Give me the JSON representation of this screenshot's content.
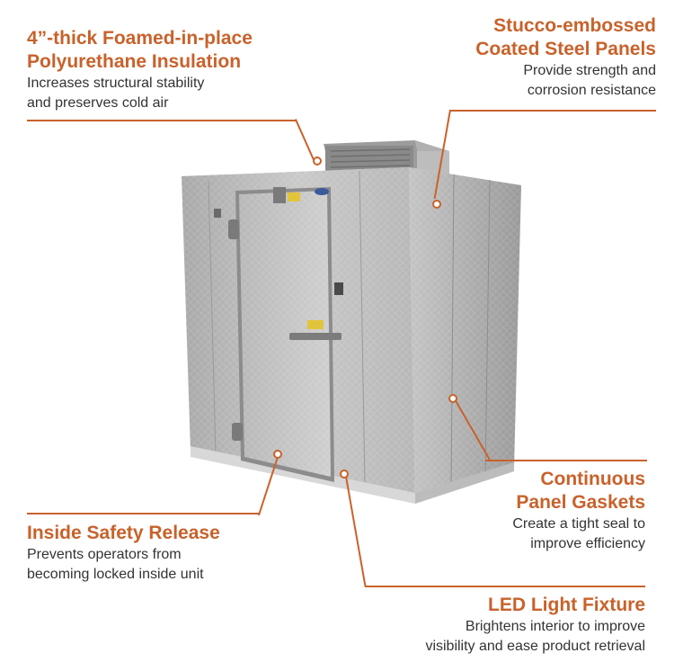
{
  "callouts": {
    "insulation": {
      "title_line1": "4”-thick Foamed-in-place",
      "title_line2": "Polyurethane Insulation",
      "desc_line1": "Increases structural stability",
      "desc_line2": "and preserves cold air"
    },
    "panels": {
      "title_line1": "Stucco-embossed",
      "title_line2": "Coated Steel Panels",
      "desc_line1": "Provide strength and",
      "desc_line2": "corrosion resistance"
    },
    "gaskets": {
      "title_line1": "Continuous",
      "title_line2": "Panel Gaskets",
      "desc_line1": "Create a tight seal to",
      "desc_line2": "improve efficiency"
    },
    "safety": {
      "title": "Inside Safety Release",
      "desc_line1": "Prevents operators from",
      "desc_line2": "becoming locked inside unit"
    },
    "led": {
      "title": "LED Light Fixture",
      "desc_line1": "Brightens interior to improve",
      "desc_line2": "visibility and ease product retrieval"
    }
  },
  "colors": {
    "accent": "#c8622b",
    "text": "#333333",
    "steel": "#b4b4b4"
  }
}
